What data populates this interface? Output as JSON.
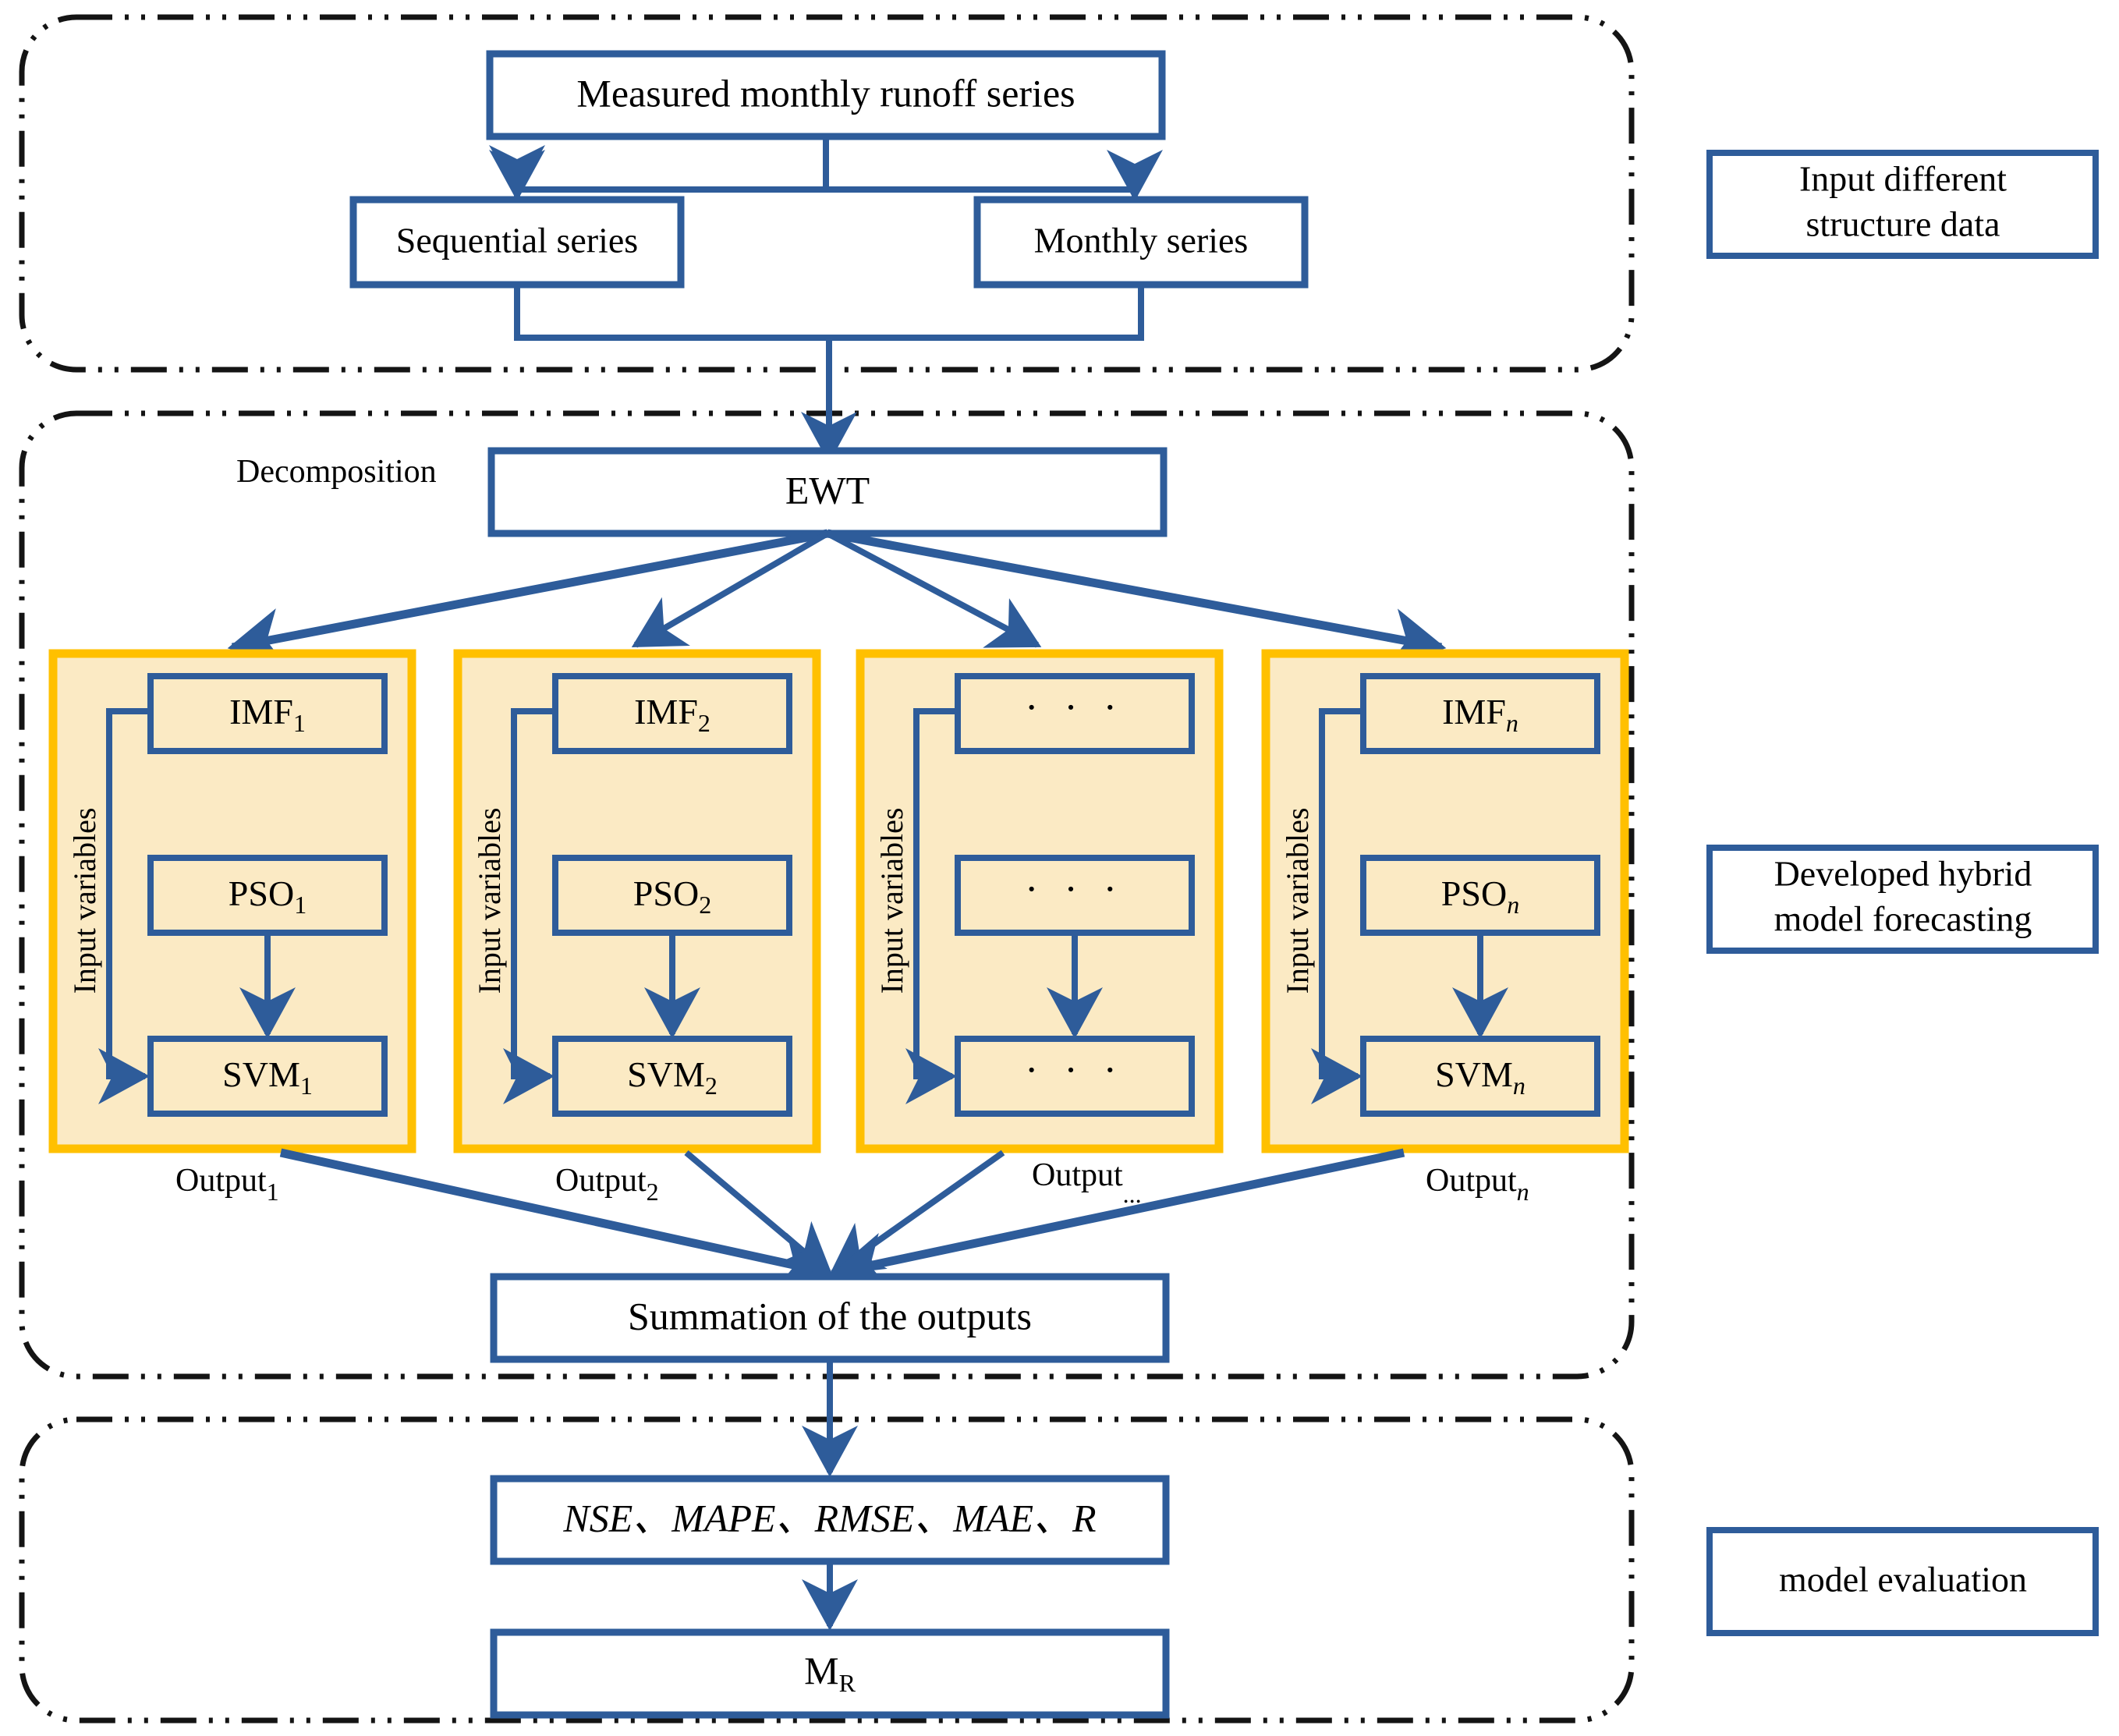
{
  "diagram": {
    "title_hidden": "Hybrid EWT-PSO-SVM monthly runoff forecasting framework",
    "colors": {
      "box_stroke": "#2e5c9a",
      "box_fill": "#ffffff",
      "panel_fill": "#fbeac4",
      "panel_stroke": "#ffc000",
      "arrow": "#2e5c9a",
      "dash_border": "#1a1a1a",
      "text": "#000000"
    },
    "sections": [
      {
        "id": "input",
        "right_label_lines": [
          "Input different",
          "structure data"
        ]
      },
      {
        "id": "model",
        "right_label_lines": [
          "Developed hybrid",
          "model forecasting"
        ]
      },
      {
        "id": "evaluation",
        "right_label_lines": [
          "model evaluation"
        ]
      }
    ],
    "nodes": {
      "measured": "Measured monthly runoff series",
      "sequential": "Sequential series",
      "monthly": "Monthly series",
      "decomposition_label": "Decomposition",
      "ewt": "EWT",
      "summation": "Summation of the outputs",
      "metrics": "NSE、MAPE、RMSE、MAE、R",
      "metrics_parts": [
        "NSE",
        "MAPE",
        "RMSE",
        "MAE",
        "R"
      ],
      "metrics_separator": "、",
      "mr_base": "M",
      "mr_sub": "R"
    },
    "branches": [
      {
        "index": 1,
        "side_label": "Input variables",
        "imf_base": "IMF",
        "imf_sub": "1",
        "pso_base": "PSO",
        "pso_sub": "1",
        "svm_base": "SVM",
        "svm_sub": "1",
        "output_base": "Output",
        "output_sub": "1",
        "is_ellipsis": false
      },
      {
        "index": 2,
        "side_label": "Input variables",
        "imf_base": "IMF",
        "imf_sub": "2",
        "pso_base": "PSO",
        "pso_sub": "2",
        "svm_base": "SVM",
        "svm_sub": "2",
        "output_base": "Output",
        "output_sub": "2",
        "is_ellipsis": false
      },
      {
        "index": 3,
        "side_label": "Input variables",
        "imf_base": "· · ·",
        "imf_sub": "",
        "pso_base": "· · ·",
        "pso_sub": "",
        "svm_base": "· · ·",
        "svm_sub": "",
        "output_base": "Output",
        "output_sub": "...",
        "is_ellipsis": true
      },
      {
        "index": 4,
        "side_label": "Input variables",
        "imf_base": "IMF",
        "imf_sub": "n",
        "pso_base": "PSO",
        "pso_sub": "n",
        "svm_base": "SVM",
        "svm_sub": "n",
        "output_base": "Output",
        "output_sub": "n",
        "is_ellipsis": false
      }
    ]
  }
}
